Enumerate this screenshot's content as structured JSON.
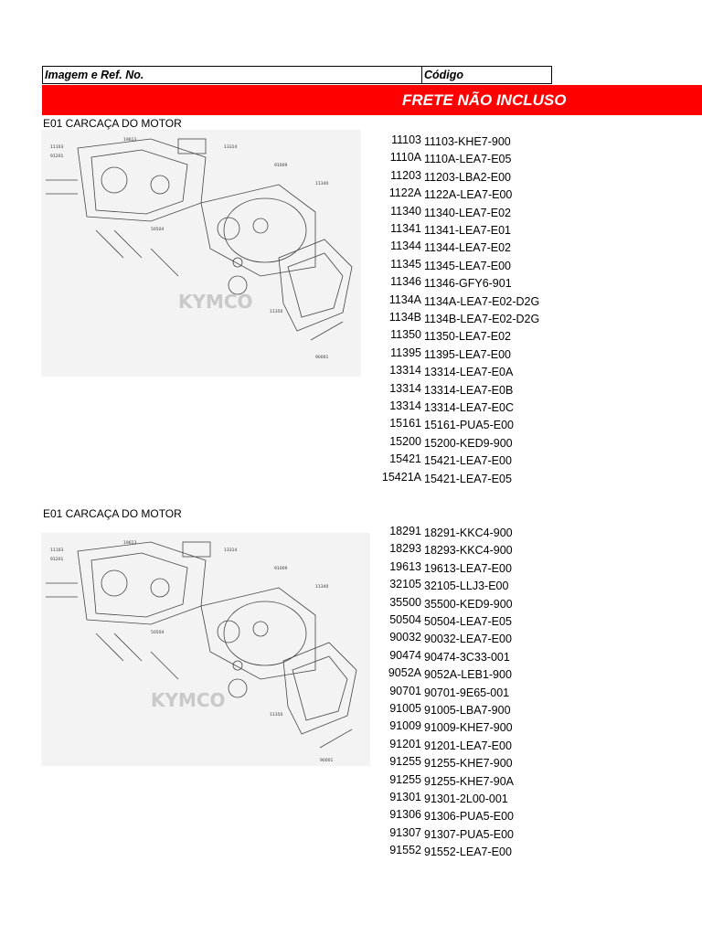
{
  "header": {
    "ref_label": "Imagem e Ref. No.",
    "code_label": "Código"
  },
  "banner": {
    "text": "FRETE NÃO INCLUSO"
  },
  "sections": [
    {
      "title": "E01 CARCAÇA DO MOTOR",
      "diagram_brand": "KYMCO",
      "parts": [
        {
          "ref": "11103",
          "code": "11103-KHE7-900"
        },
        {
          "ref": "1110A",
          "code": "1110A-LEA7-E05"
        },
        {
          "ref": "11203",
          "code": "11203-LBA2-E00"
        },
        {
          "ref": "1122A",
          "code": "1122A-LEA7-E00"
        },
        {
          "ref": "11340",
          "code": "11340-LEA7-E02"
        },
        {
          "ref": "11341",
          "code": "11341-LEA7-E01"
        },
        {
          "ref": "11344",
          "code": "11344-LEA7-E02"
        },
        {
          "ref": "11345",
          "code": "11345-LEA7-E00"
        },
        {
          "ref": "11346",
          "code": "11346-GFY6-901"
        },
        {
          "ref": "1134A",
          "code": "1134A-LEA7-E02-D2G"
        },
        {
          "ref": "1134B",
          "code": "1134B-LEA7-E02-D2G"
        },
        {
          "ref": "11350",
          "code": "11350-LEA7-E02"
        },
        {
          "ref": "11395",
          "code": "11395-LEA7-E00"
        },
        {
          "ref": "13314",
          "code": "13314-LEA7-E0A"
        },
        {
          "ref": "13314",
          "code": "13314-LEA7-E0B"
        },
        {
          "ref": "13314",
          "code": "13314-LEA7-E0C"
        },
        {
          "ref": "15161",
          "code": "15161-PUA5-E00"
        },
        {
          "ref": "15200",
          "code": "15200-KED9-900"
        },
        {
          "ref": "15421",
          "code": "15421-LEA7-E00"
        },
        {
          "ref": "15421A",
          "code": "15421-LEA7-E05"
        }
      ]
    },
    {
      "title": "E01 CARCAÇA DO MOTOR",
      "diagram_brand": "KYMCO",
      "parts": [
        {
          "ref": "18291",
          "code": "18291-KKC4-900"
        },
        {
          "ref": "18293",
          "code": "18293-KKC4-900"
        },
        {
          "ref": "19613",
          "code": "19613-LEA7-E00"
        },
        {
          "ref": "32105",
          "code": "32105-LLJ3-E00"
        },
        {
          "ref": "35500",
          "code": "35500-KED9-900"
        },
        {
          "ref": "50504",
          "code": "50504-LEA7-E05"
        },
        {
          "ref": "90032",
          "code": "90032-LEA7-E00"
        },
        {
          "ref": "90474",
          "code": "90474-3C33-001"
        },
        {
          "ref": "9052A",
          "code": "9052A-LEB1-900"
        },
        {
          "ref": "90701",
          "code": "90701-9E65-001"
        },
        {
          "ref": "91005",
          "code": "91005-LBA7-900"
        },
        {
          "ref": "91009",
          "code": "91009-KHE7-900"
        },
        {
          "ref": "91201",
          "code": "91201-LEA7-E00"
        },
        {
          "ref": "91255",
          "code": "91255-KHE7-900"
        },
        {
          "ref": "91255",
          "code": "91255-KHE7-90A"
        },
        {
          "ref": "91301",
          "code": "91301-2L00-001"
        },
        {
          "ref": "91306",
          "code": "91306-PUA5-E00"
        },
        {
          "ref": "91307",
          "code": "91307-PUA5-E00"
        },
        {
          "ref": "91552",
          "code": "91552-LEA7-E00"
        }
      ]
    }
  ]
}
